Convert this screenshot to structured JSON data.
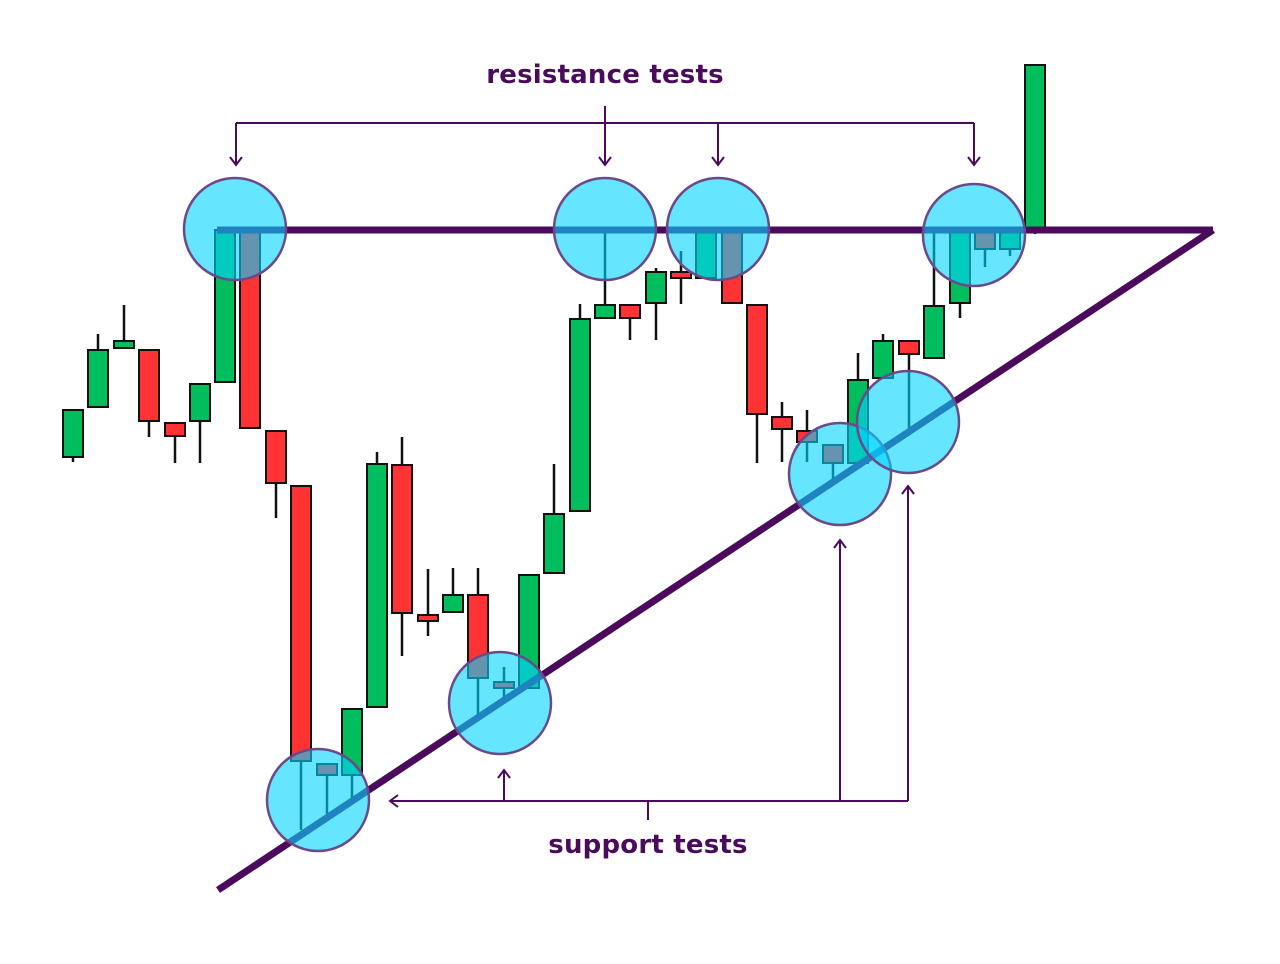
{
  "annotations": {
    "resistance_label": "resistance tests",
    "support_label": "support tests"
  },
  "pattern": {
    "type": "ascending triangle",
    "resistance_tests": 4,
    "support_tests": 4,
    "breakout": "upward"
  },
  "colors": {
    "bullish": "#00bd5e",
    "bearish": "#ff3333",
    "trendline": "#4b0a5c",
    "annotation": "#4b0a5c",
    "highlight": "#00d4ff"
  }
}
